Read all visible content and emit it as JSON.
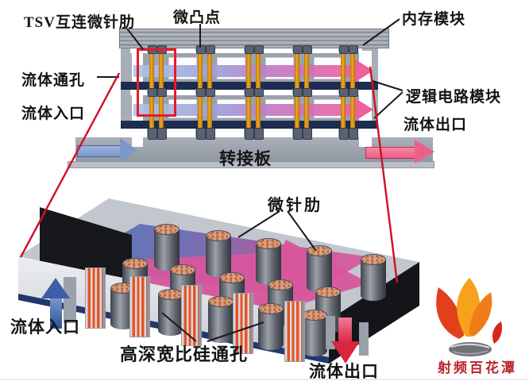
{
  "diagram": {
    "top": {
      "labels": {
        "tsv_interconnect": "TSV互连微针肋",
        "microbump": "微凸点",
        "memory_module": "内存模块",
        "fluid_via": "流体通孔",
        "fluid_inlet": "流体入口",
        "logic_module": "逻辑电路模块",
        "fluid_outlet": "流体出口",
        "interposer": "转接板"
      }
    },
    "bottom": {
      "labels": {
        "micro_pin_fin": "微针肋",
        "fluid_inlet": "流体入口",
        "high_aspect_ratio_tsv": "高深宽比硅通孔",
        "fluid_outlet": "流体出口"
      }
    },
    "watermark": {
      "text": "射频百花潭"
    },
    "colors": {
      "highlight_red": "#e81a2c",
      "callout_red": "#cf1126",
      "tsv_orange": "#eea11e",
      "chip_navy": "#1d2d52",
      "inlet_blue": "#7b97cc",
      "outlet_pink": "#ee5f88",
      "floor_blue": "#5b79bc",
      "floor_magenta": "#d8569c",
      "flame_amber": "#f6a21c",
      "flame_red_orange": "#e2401d",
      "logo_text_red": "#bb2328"
    }
  }
}
